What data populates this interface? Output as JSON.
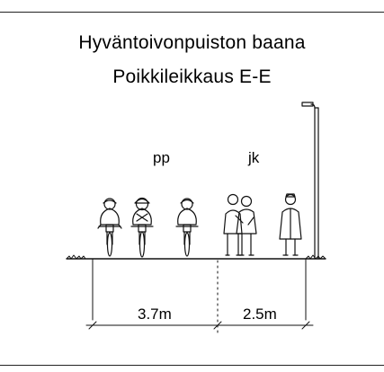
{
  "title": "Hyväntoivonpuiston baana",
  "subtitle": "Poikkileikkaus E-E",
  "lanes": {
    "cycle_path_label": "pp",
    "walkway_label": "jk"
  },
  "dimensions": {
    "cycle_path_width": "3.7m",
    "walkway_width": "2.5m"
  }
}
